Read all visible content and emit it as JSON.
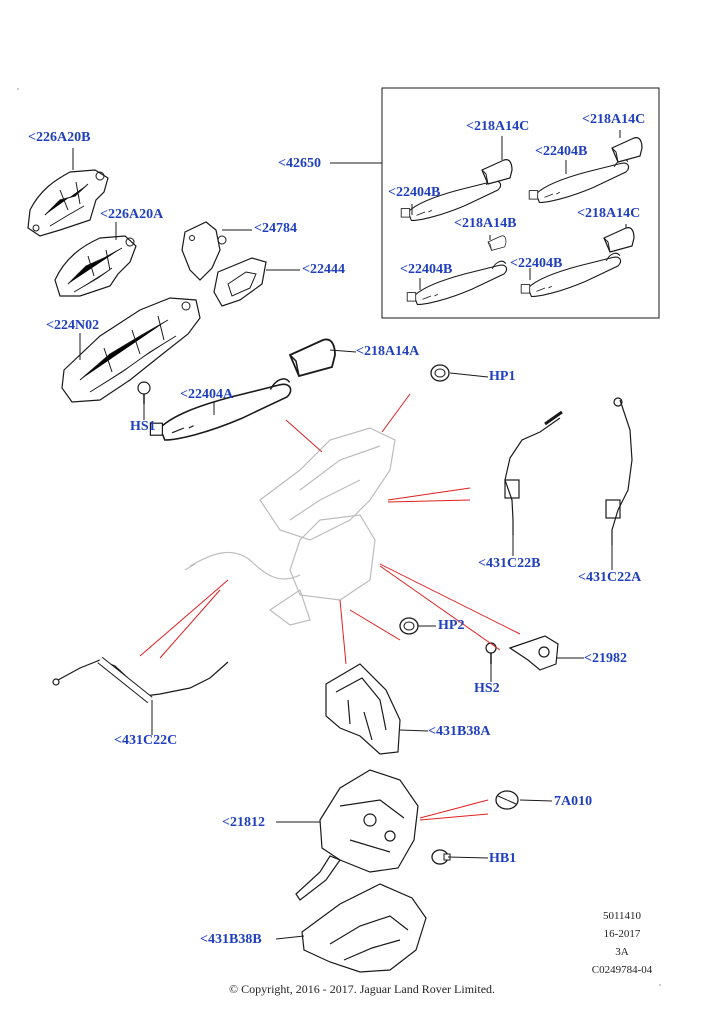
{
  "labels": {
    "l_226A20B": "<226A20B",
    "l_226A20A": "<226A20A",
    "l_24784": "<24784",
    "l_22444": "<22444",
    "l_224N02": "<224N02",
    "l_HS1": "HS1",
    "l_22404A": "<22404A",
    "l_218A14A": "<218A14A",
    "l_HP1": "HP1",
    "l_42650": "<42650",
    "l_218A14C_a": "<218A14C",
    "l_218A14C_b": "<218A14C",
    "l_22404B_a": "<22404B",
    "l_22404B_b": "<22404B",
    "l_218A14B": "<218A14B",
    "l_218A14C_c": "<218A14C",
    "l_22404B_c": "<22404B",
    "l_22404B_d": "<22404B",
    "l_431C22B": "<431C22B",
    "l_431C22A": "<431C22A",
    "l_HP2": "HP2",
    "l_21982": "<21982",
    "l_HS2": "HS2",
    "l_431C22C": "<431C22C",
    "l_431B38A": "<431B38A",
    "l_21812": "<21812",
    "l_7A010": "7A010",
    "l_HB1": "HB1",
    "l_431B38B": "<431B38B"
  },
  "meta": {
    "line1": "5011410",
    "line2": "16-2017",
    "line3": "3A",
    "line4": "C0249784-04"
  },
  "copyright": "© Copyright, 2016 - 2017. Jaguar Land Rover Limited.",
  "colors": {
    "label": "#1f3fbf",
    "callout": "#e02020",
    "part": "#1a1a1a",
    "ghost": "#bdbdbd"
  }
}
